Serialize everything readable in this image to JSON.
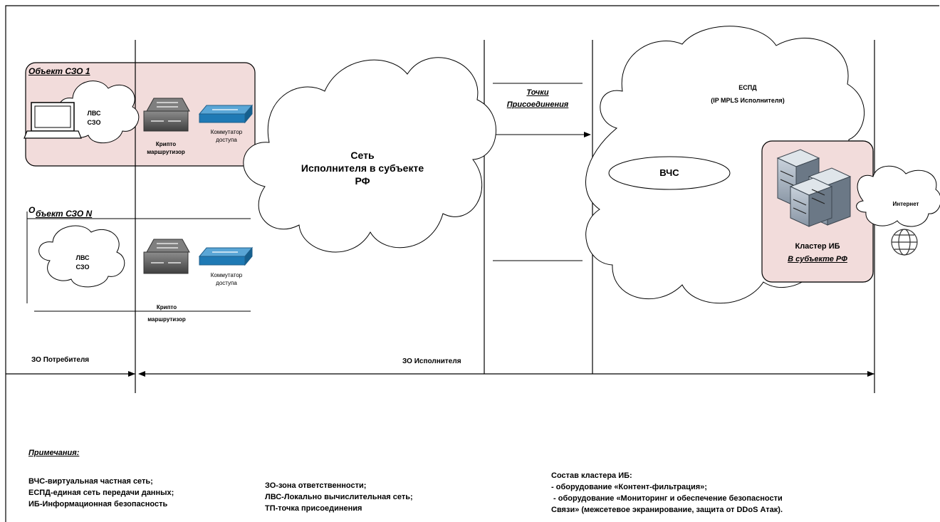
{
  "diagram": {
    "object1_title": "Объект СЗО 1",
    "objectN_title_a": "О",
    "objectN_title_b": "бъект СЗО N",
    "lan_label": [
      "ЛВС",
      "СЗО"
    ],
    "crypto_router": [
      "Крипто",
      "маршрутизор"
    ],
    "access_switch": [
      "Коммутатор",
      "доступа"
    ],
    "operator_cloud": [
      "Сеть",
      "Исполнителя в субъекте",
      "РФ"
    ],
    "connection_points": [
      "Точки",
      "Присоединения"
    ],
    "espd": [
      "ЕСПД",
      "(IP MPLS Исполнителя)"
    ],
    "vpn": "ВЧС",
    "cluster": [
      "Кластер ИБ",
      "В субъекте РФ"
    ],
    "internet": "Интернет",
    "zone_consumer": "ЗО Потребителя",
    "zone_operator": "ЗО Исполнителя"
  },
  "notes": {
    "title": "Примечания:",
    "col1": [
      "ВЧС-виртуальная частная сеть;",
      "ЕСПД-единая сеть передачи данных;",
      "ИБ-Информационная безопасность"
    ],
    "col2": [
      "ЗО-зона ответственности;",
      "ЛВС-Локально вычислительная сеть;",
      "ТП-точка присоединения"
    ],
    "col3": [
      "Состав кластера ИБ:",
      "- оборудование «Контент-фильтрация»;",
      " - оборудование «Мониторинг и обеспечение безопасности",
      "Связи» (межсетевое экранирование, защита от DDoS Атак)."
    ]
  },
  "colors": {
    "object_fill": "#f2dcdb",
    "line": "#000000",
    "switch_blue": "#1f7ab5",
    "router_gray": "#595959"
  }
}
